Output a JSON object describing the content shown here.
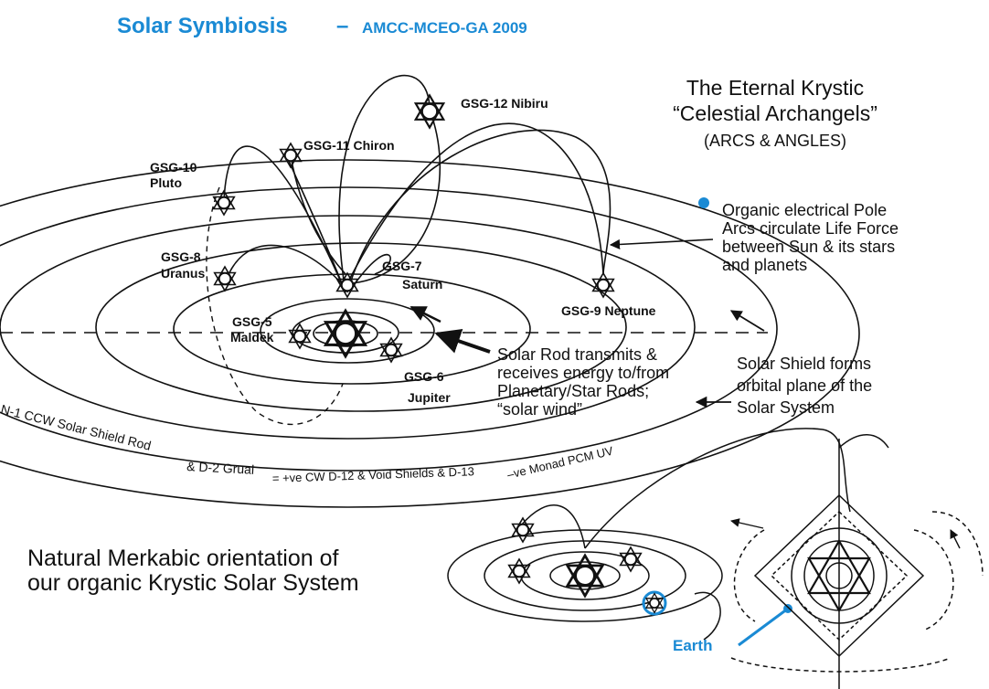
{
  "header": {
    "title": "Solar Symbiosis",
    "dash": "–",
    "subtitle": "AMCC-MCEO-GA 2009"
  },
  "archangels": {
    "line1": "The Eternal Krystic",
    "line2": "“Celestial Archangels”",
    "line3": "(ARCS & ANGLES)"
  },
  "pole_note": {
    "line1": "Organic electrical Pole",
    "line2": "Arcs circulate Life Force",
    "line3": "between Sun & its stars",
    "line4": "and planets"
  },
  "rod_note": {
    "line1": "Solar Rod transmits &",
    "line2": "receives energy to/from",
    "line3": "Planetary/Star Rods;",
    "line4": "“solar wind”"
  },
  "shield_note": {
    "line1": "Solar Shield forms",
    "line2": "orbital plane of the",
    "line3": "Solar System"
  },
  "planets": {
    "gsg12": "GSG-12  Nibiru",
    "gsg11": "GSG-11  Chiron",
    "gsg10a": "GSG-10",
    "gsg10b": "Pluto",
    "gsg8a": "GSG-8",
    "gsg8b": "Uranus",
    "gsg7a": "GSG-7",
    "gsg7b": "Saturn",
    "gsg9": "GSG-9  Neptune",
    "gsg5a": "GSG-5",
    "gsg5b": "Maldek",
    "gsg6a": "GSG-6",
    "gsg6b": "Jupiter"
  },
  "arc_text": {
    "a1": "N-1 CCW Solar Shield Rod",
    "a2": "& D-2 Grual",
    "a3": "= +ve CW D-12 & Void Shields & D-13",
    "a4": "–ve Monad PCM UV"
  },
  "merkabic": {
    "line1": "Natural Merkabic orientation of",
    "line2": "our organic Krystic Solar System"
  },
  "earth_label": "Earth",
  "colors": {
    "title_blue": "#1a8ad4",
    "ink": "#111111"
  }
}
